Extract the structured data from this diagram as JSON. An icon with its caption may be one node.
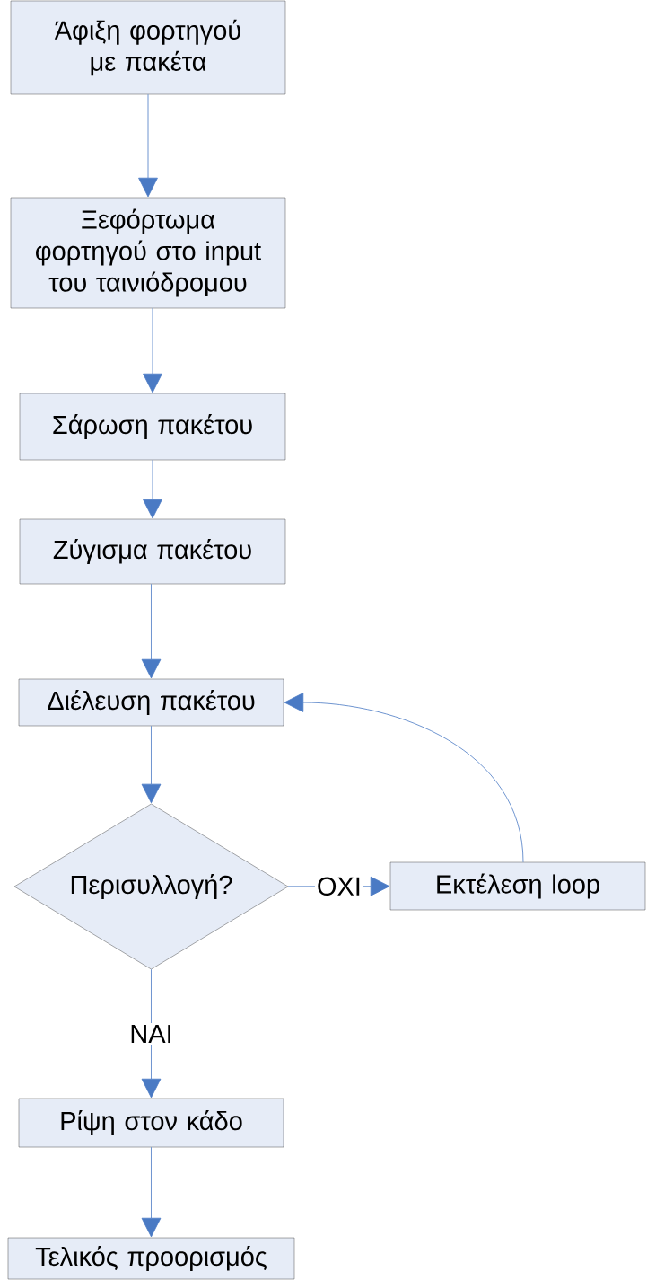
{
  "diagram": {
    "nodes": [
      {
        "text": [
          "Άφιξη φορτηγού με πακέτα"
        ]
      },
      {
        "text": [
          "Ξεφόρτωμα φορτηγού στο input του ταινιόδρομου"
        ]
      },
      {
        "text": [
          "Σάρωση πακέτου"
        ]
      },
      {
        "text": [
          "Ζύγισμα πακέτου"
        ]
      },
      {
        "text": [
          "Διέλευση πακέτου"
        ]
      },
      {
        "text": [
          "Περισυλλογή?"
        ]
      },
      {
        "text": [
          "Εκτέλεση loop"
        ]
      },
      {
        "text": [
          "Ρίψη στον κάδο"
        ]
      },
      {
        "text": [
          "Τελικός προορισμός"
        ]
      }
    ],
    "edges": [
      {
        "from": 0,
        "to": 1,
        "arrow": "to"
      },
      {
        "from": 1,
        "to": 2,
        "arrow": "to"
      },
      {
        "from": 2,
        "to": 3,
        "arrow": "to"
      },
      {
        "from": 3,
        "to": 4,
        "arrow": "to"
      },
      {
        "from": 4,
        "to": 5,
        "arrow": "to"
      },
      {
        "from": 5,
        "to": 6,
        "arrow": "to",
        "label": "ΟΧΙ"
      },
      {
        "from": 6,
        "to": 4,
        "arrow": "to"
      },
      {
        "from": 5,
        "to": 7,
        "arrow": "to",
        "label": "ΝΑΙ"
      },
      {
        "from": 7,
        "to": 8,
        "arrow": "to"
      }
    ]
  }
}
